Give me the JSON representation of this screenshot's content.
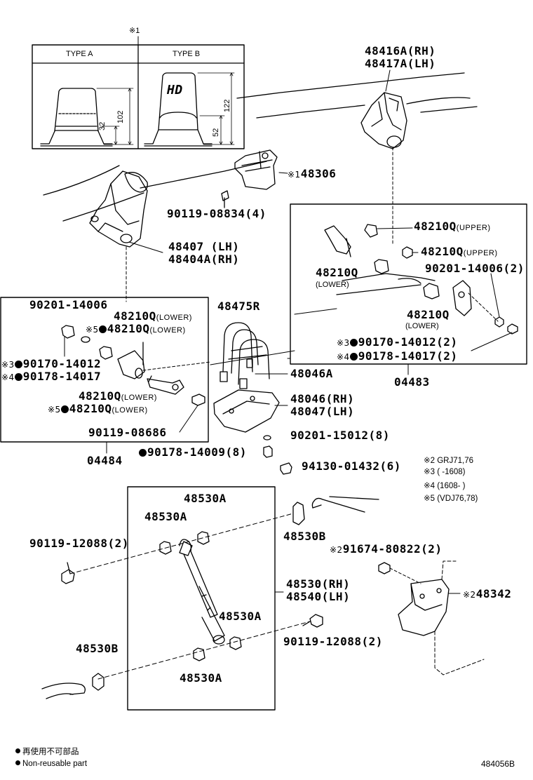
{
  "type_box": {
    "marker": "※1",
    "type_a": {
      "label": "TYPE A",
      "dim_small": "32",
      "dim_large": "102"
    },
    "type_b": {
      "label": "TYPE B",
      "badge": "HD",
      "dim_small": "52",
      "dim_large": "122"
    }
  },
  "parts": {
    "bracket_front_rh": "48416A(RH)",
    "bracket_front_lh": "48417A(LH)",
    "bumper_marker": "※1",
    "bumper": "48306",
    "bolt_bumper": "90119-08834(4)",
    "hanger_lh": "48407 (LH)",
    "hanger_rh": "48404A(RH)",
    "ubolt": "48475R",
    "ubolt_nut": "48046A",
    "seat_rh": "48046(RH)",
    "seat_lh": "48047(LH)",
    "washer": "90201-15012(8)",
    "nut_seat": "90178-14009(8)",
    "cap_nut": "94130-01432(6)"
  },
  "right_box": {
    "bush_upper_1": "48210Q",
    "bush_upper_1_tag": "(UPPER)",
    "bush_upper_2": "48210Q",
    "bush_upper_2_tag": "(UPPER)",
    "bush_lower_1": "48210Q",
    "bush_lower_1_tag": "(LOWER)",
    "washer": "90201-14006(2)",
    "bush_lower_2": "48210Q",
    "bush_lower_2_tag": "(LOWER)",
    "nut_1_marker": "※3",
    "nut_1": "90170-14012(2)",
    "nut_2_marker": "※4",
    "nut_2": "90178-14017(2)",
    "kit": "04483"
  },
  "left_box": {
    "washer": "90201-14006",
    "bush_a": "48210Q",
    "bush_a_tag": "(LOWER)",
    "bush_b_marker": "※5",
    "bush_b": "48210Q",
    "bush_b_tag": "(LOWER)",
    "nut_1_marker": "※3",
    "nut_1": "90170-14012",
    "nut_2_marker": "※4",
    "nut_2": "90178-14017",
    "bush_c": "48210Q",
    "bush_c_tag": "(LOWER)",
    "bush_d_marker": "※5",
    "bush_d": "48210Q",
    "bush_d_tag": "(LOWER)",
    "bolt": "90119-08686",
    "kit": "04484"
  },
  "notes": [
    "※2 GRJ71,76",
    "※3 (      -1608)",
    "※4 (1608-      )",
    "※5 (VDJ76,78)"
  ],
  "shock": {
    "bush_top_1": "48530A",
    "bush_top_2": "48530A",
    "bush_top_outer": "48530B",
    "bolt_top": "90119-12088(2)",
    "absorber_rh": "48530(RH)",
    "absorber_lh": "48540(LH)",
    "bush_bottom_1": "48530A",
    "bolt_bottom": "90119-12088(2)",
    "bush_bottom_outer": "48530B",
    "bush_bottom_2": "48530A",
    "bracket_bolt_marker": "※2",
    "bracket_bolt": "91674-80822(2)",
    "bracket_marker": "※2",
    "bracket": "48342"
  },
  "footer": {
    "legend_jp": "再使用不可部品",
    "legend_en": "Non-reusable part",
    "figure_id": "484056B"
  }
}
